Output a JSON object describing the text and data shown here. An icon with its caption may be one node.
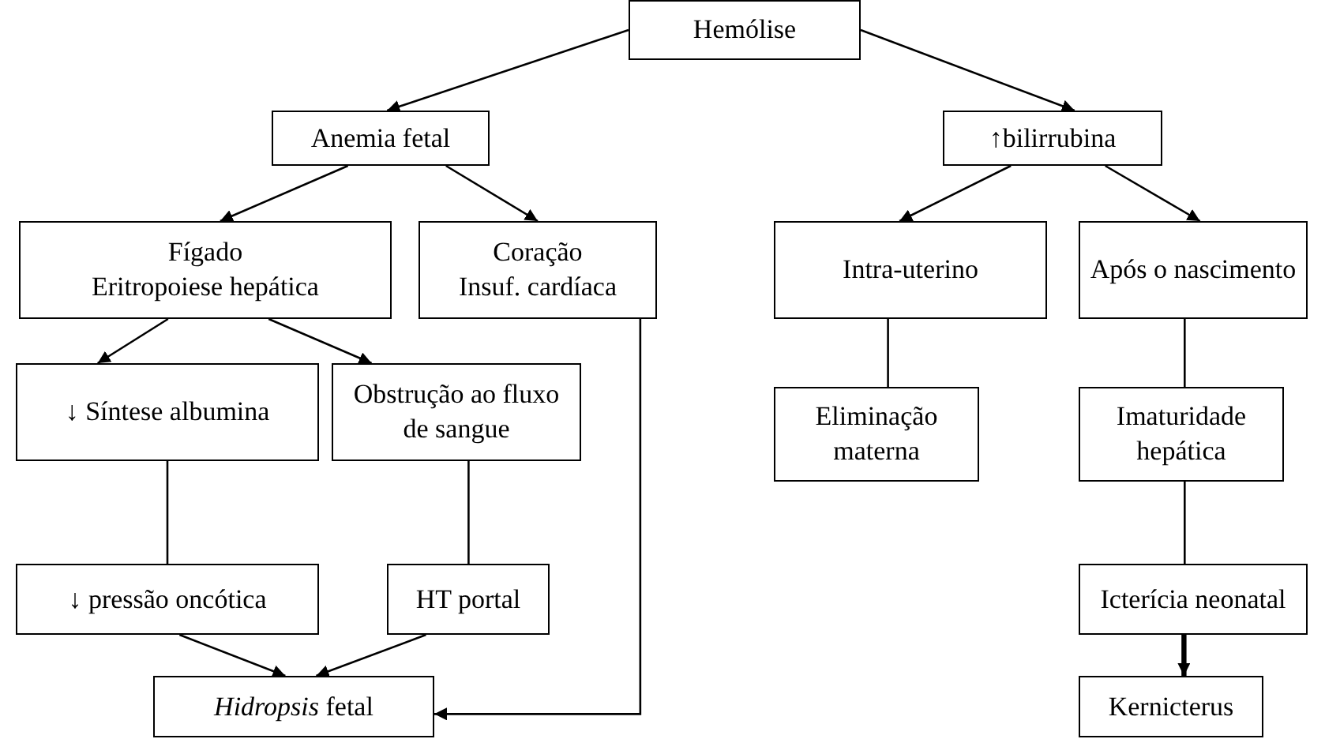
{
  "diagram": {
    "nodes": [
      {
        "text": [
          "Hemólise"
        ]
      },
      {
        "text": [
          "Anemia fetal"
        ]
      },
      {
        "text": [
          "↑bilirrubina"
        ]
      },
      {
        "text": [
          "Fígado",
          "Eritropoiese hepática"
        ]
      },
      {
        "text": [
          "Coração",
          "Insuf. cardíaca"
        ]
      },
      {
        "text": [
          "Intra-uterino"
        ]
      },
      {
        "text": [
          "Após o nascimento"
        ]
      },
      {
        "text": [
          "↓ Síntese albumina"
        ]
      },
      {
        "text": [
          "Obstrução ao fluxo de sangue"
        ]
      },
      {
        "text": [
          "Eliminação materna"
        ]
      },
      {
        "text": [
          "Imaturidade hepática"
        ]
      },
      {
        "text": [
          "↓ pressão oncótica"
        ]
      },
      {
        "text": [
          "HT portal"
        ]
      },
      {
        "text": [
          "Icterícia neonatal"
        ]
      },
      {
        "text": [
          "*Hidropsis* fetal"
        ]
      },
      {
        "text": [
          "Kernicterus"
        ]
      }
    ],
    "edges": [
      {
        "from": 0,
        "to": 1,
        "arrow": "to"
      },
      {
        "from": 0,
        "to": 2,
        "arrow": "to"
      },
      {
        "from": 1,
        "to": 3,
        "arrow": "to"
      },
      {
        "from": 1,
        "to": 4,
        "arrow": "to"
      },
      {
        "from": 2,
        "to": 5,
        "arrow": "to"
      },
      {
        "from": 2,
        "to": 6,
        "arrow": "to"
      },
      {
        "from": 3,
        "to": 7,
        "arrow": "to"
      },
      {
        "from": 3,
        "to": 8,
        "arrow": "to"
      },
      {
        "from": 7,
        "to": 11,
        "arrow": "none"
      },
      {
        "from": 8,
        "to": 12,
        "arrow": "none"
      },
      {
        "from": 5,
        "to": 9,
        "arrow": "none"
      },
      {
        "from": 6,
        "to": 10,
        "arrow": "none"
      },
      {
        "from": 10,
        "to": 13,
        "arrow": "none"
      },
      {
        "from": 11,
        "to": 14,
        "arrow": "to"
      },
      {
        "from": 12,
        "to": 14,
        "arrow": "to"
      },
      {
        "from": 4,
        "to": 14,
        "arrow": "to"
      },
      {
        "from": 13,
        "to": 15,
        "arrow": "to",
        "style": "thick"
      }
    ]
  }
}
